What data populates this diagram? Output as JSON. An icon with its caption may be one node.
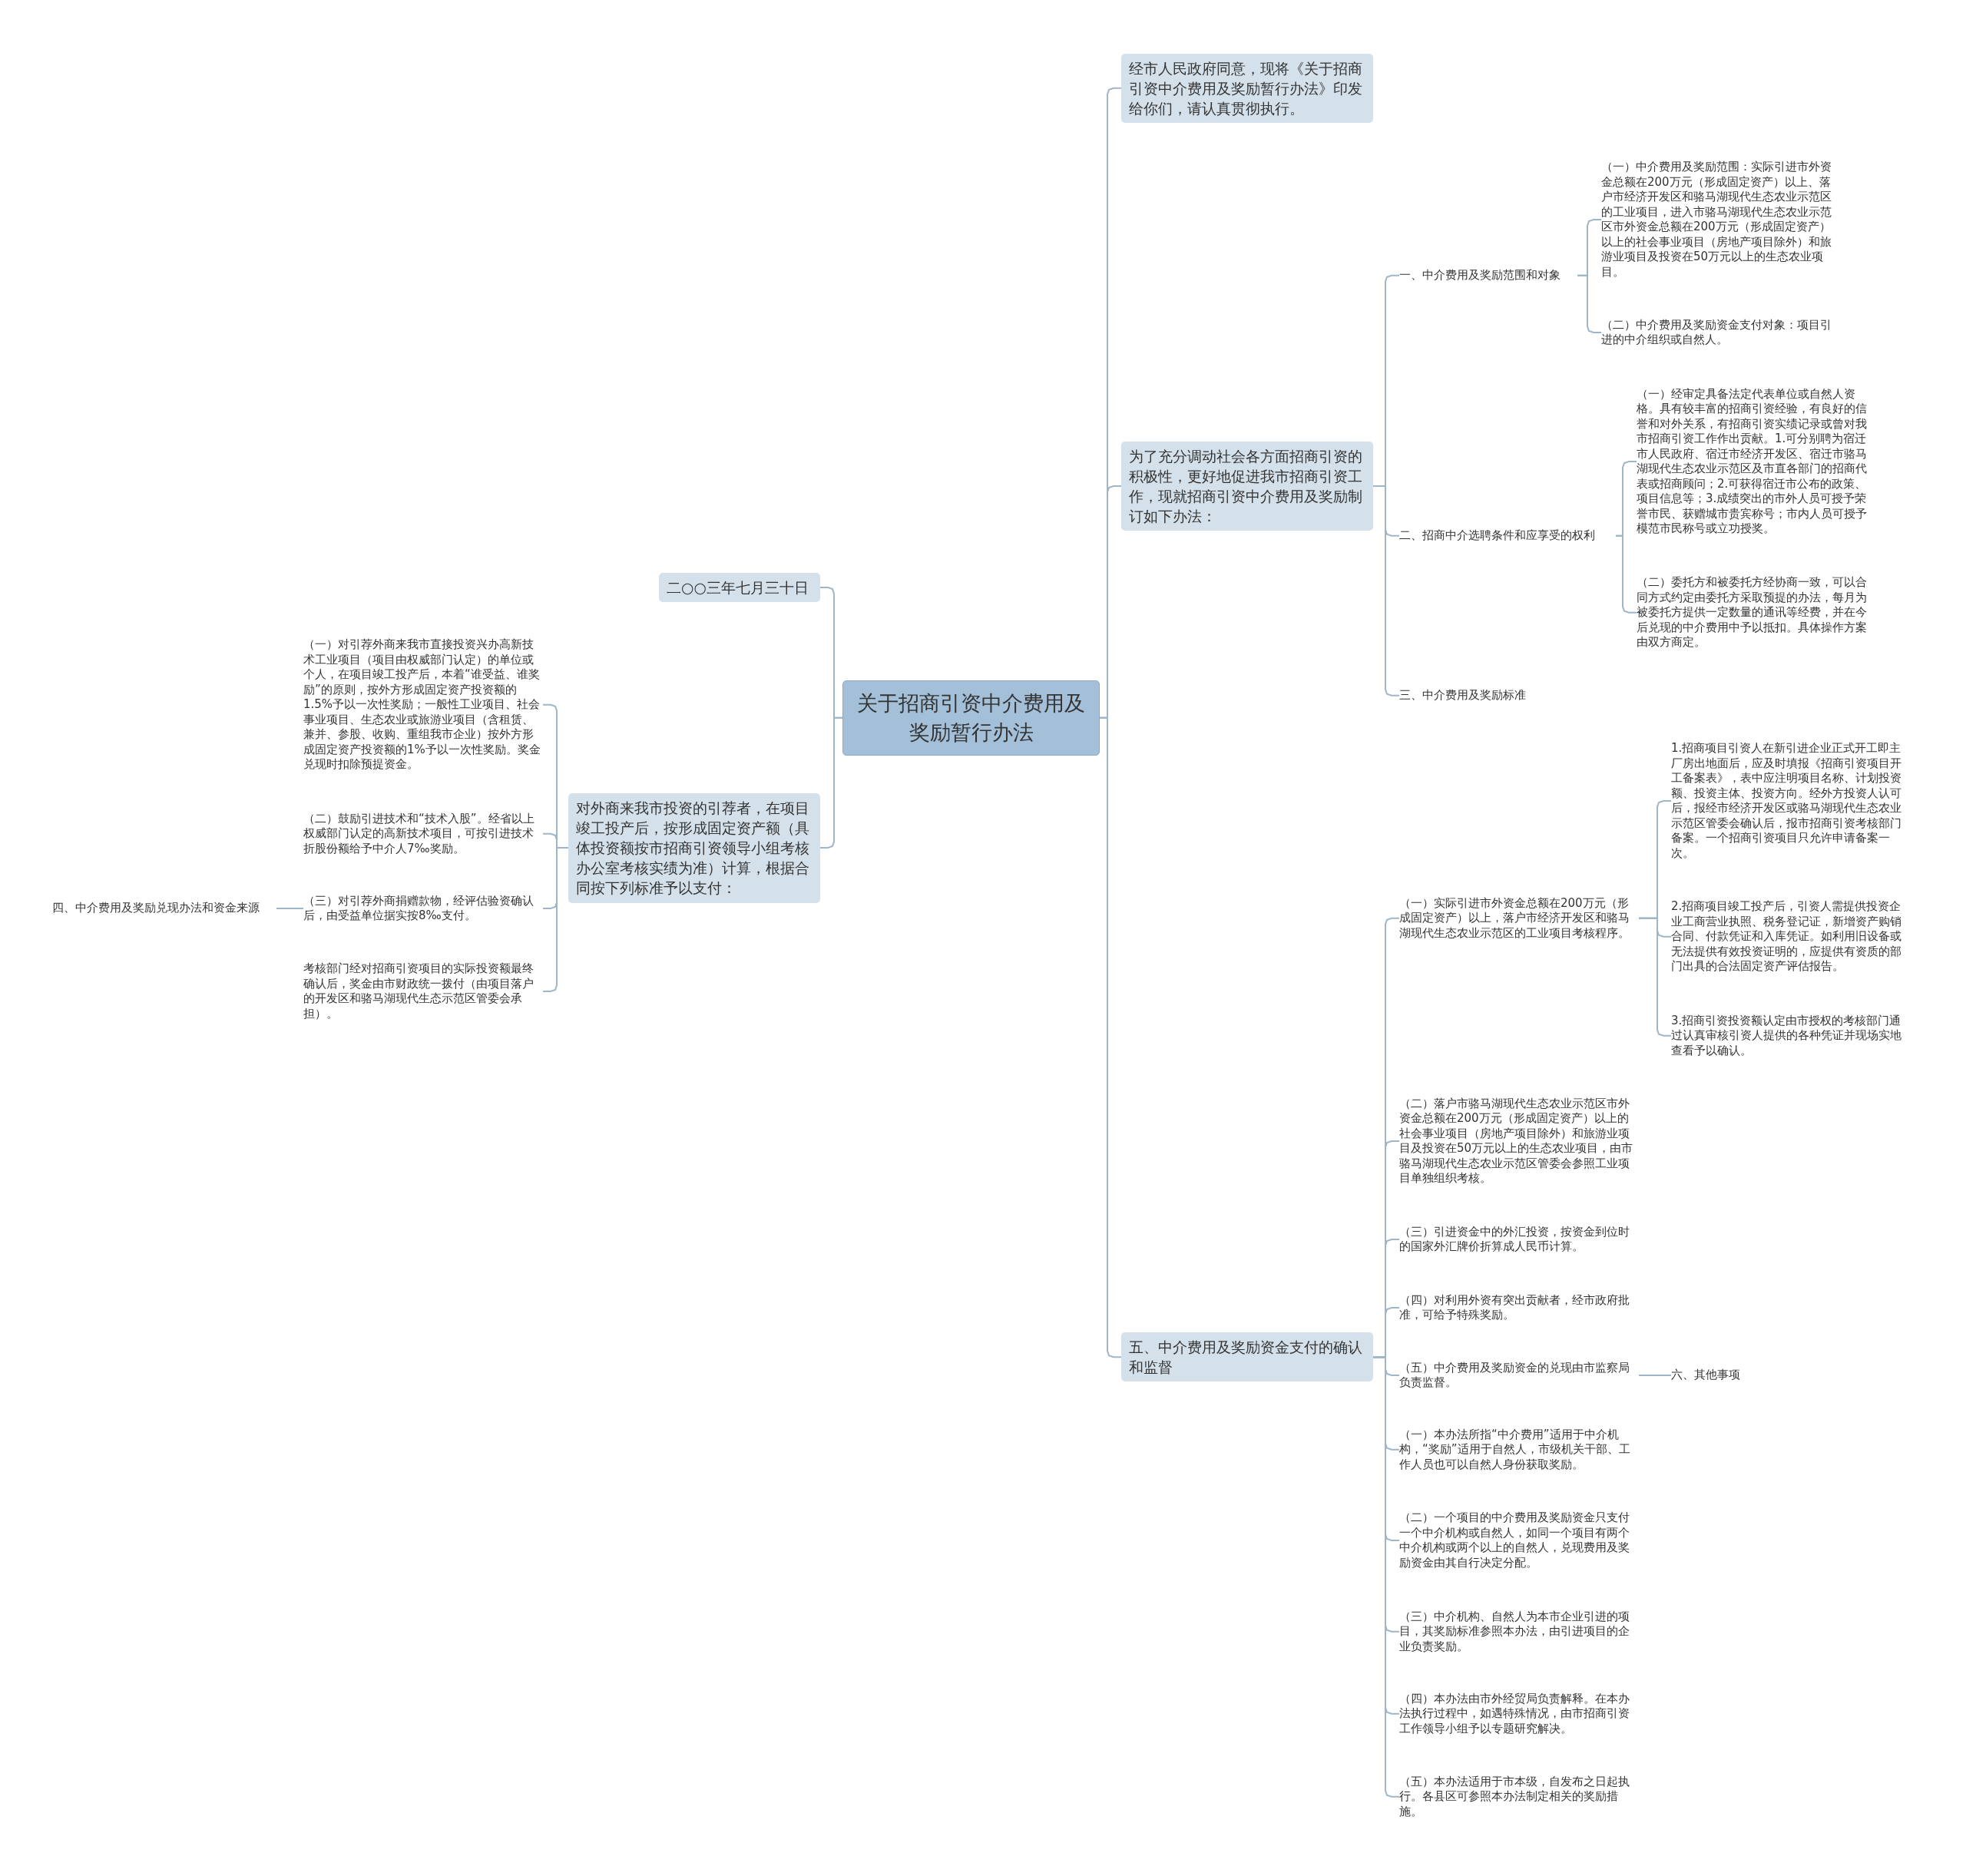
{
  "diagram": {
    "nodes": [
      {
        "text": [
          "关于招商引资中介费用及奖励暂行办法"
        ]
      },
      {
        "text": [
          "经市人民政府同意，现将《关于招商引资中介费用及奖励暂行办法》印发给你们，请认真贯彻执行。"
        ]
      },
      {
        "text": [
          "为了充分调动社会各方面招商引资的积极性，更好地促进我市招商引资工作，现就招商引资中介费用及奖励制订如下办法："
        ]
      },
      {
        "text": [
          "一、中介费用及奖励范围和对象"
        ]
      },
      {
        "text": [
          "（一）中介费用及奖励范围：实际引进市外资金总额在200万元（形成固定资产）以上、落户市经济开发区和骆马湖现代生态农业示范区的工业项目，进入市骆马湖现代生态农业示范区市外资金总额在200万元（形成固定资产）以上的社会事业项目（房地产项目除外）和旅游业项目及投资在50万元以上的生态农业项目。"
        ]
      },
      {
        "text": [
          "（二）中介费用及奖励资金支付对象：项目引进的中介组织或自然人。"
        ]
      },
      {
        "text": [
          "二、招商中介选聘条件和应享受的权利"
        ]
      },
      {
        "text": [
          "（一）经审定具备法定代表单位或自然人资格。具有较丰富的招商引资经验，有良好的信誉和对外关系，有招商引资实绩记录或曾对我市招商引资工作作出贡献。1.可分别聘为宿迁市人民政府、宿迁市经济开发区、宿迁市骆马湖现代生态农业示范区及市直各部门的招商代表或招商顾问；2.可获得宿迁市公布的政策、项目信息等；3.成绩突出的市外人员可授予荣誉市民、获赠城市贵宾称号；市内人员可授予模范市民称号或立功授奖。"
        ]
      },
      {
        "text": [
          "（二）委托方和被委托方经协商一致，可以合同方式约定由委托方采取预提的办法，每月为被委托方提供一定数量的通讯等经费，并在今后兑现的中介费用中予以抵扣。具体操作方案由双方商定。"
        ]
      },
      {
        "text": [
          "三、中介费用及奖励标准"
        ]
      },
      {
        "text": [
          "五、中介费用及奖励资金支付的确认和监督"
        ]
      },
      {
        "text": [
          "二○○三年七月三十日"
        ]
      },
      {
        "text": [
          "对外商来我市投资的引荐者，在项目竣工投产后，按形成固定资产额（具体投资额按市招商引资领导小组考核办公室考核实绩为准）计算，根据合同按下列标准予以支付："
        ]
      },
      {
        "text": [
          "（一）对引荐外商来我市直接投资兴办高新技术工业项目（项目由权威部门认定）的单位或个人，在项目竣工投产后，本着“谁受益、谁奖励”的原则，按外方形成固定资产投资额的1.5%予以一次性奖励；一般性工业项目、社会事业项目、生态农业或旅游业项目（含租赁、兼并、参股、收购、重组我市企业）按外方形成固定资产投资额的1%予以一次性奖励。奖金兑现时扣除预提资金。"
        ]
      },
      {
        "text": [
          "（二）鼓励引进技术和“技术入股”。经省以上权威部门认定的高新技术项目，可按引进技术折股份额给予中介人7‰奖励。"
        ]
      },
      {
        "text": [
          "（三）对引荐外商捐赠款物，经评估验资确认后，由受益单位据实按8‰支付。"
        ]
      },
      {
        "text": [
          "四、中介费用及奖励兑现办法和资金来源"
        ]
      },
      {
        "text": [
          "考核部门经对招商引资项目的实际投资额最终确认后，奖金由市财政统一拨付（由项目落户的开发区和骆马湖现代生态示范区管委会承担）。"
        ]
      },
      {
        "text": [
          "（一）实际引进市外资金总额在200万元（形成固定资产）以上，落户市经济开发区和骆马湖现代生态农业示范区的工业项目考核程序。"
        ]
      },
      {
        "text": [
          "1.招商项目引资人在新引进企业正式开工即主厂房出地面后，应及时填报《招商引资项目开工备案表》，表中应注明项目名称、计划投资额、投资主体、投资方向。经外方投资人认可后，报经市经济开发区或骆马湖现代生态农业示范区管委会确认后，报市招商引资考核部门备案。一个招商引资项目只允许申请备案一次。"
        ]
      },
      {
        "text": [
          "2.招商项目竣工投产后，引资人需提供投资企业工商营业执照、税务登记证，新增资产购销合同、付款凭证和入库凭证。如利用旧设备或无法提供有效投资证明的，应提供有资质的部门出具的合法固定资产评估报告。"
        ]
      },
      {
        "text": [
          "3.招商引资投资额认定由市授权的考核部门通过认真审核引资人提供的各种凭证并现场实地查看予以确认。"
        ]
      },
      {
        "text": [
          "（二）落户市骆马湖现代生态农业示范区市外资金总额在200万元（形成固定资产）以上的社会事业项目（房地产项目除外）和旅游业项目及投资在50万元以上的生态农业项目，由市骆马湖现代生态农业示范区管委会参照工业项目单独组织考核。"
        ]
      },
      {
        "text": [
          "（三）引进资金中的外汇投资，按资金到位时的国家外汇牌价折算成人民币计算。"
        ]
      },
      {
        "text": [
          "（四）对利用外资有突出贡献者，经市政府批准，可给予特殊奖励。"
        ]
      },
      {
        "text": [
          "（五）中介费用及奖励资金的兑现由市监察局负责监督。"
        ]
      },
      {
        "text": [
          "六、其他事项"
        ]
      },
      {
        "text": [
          "（一）本办法所指“中介费用”适用于中介机构，“奖励”适用于自然人，市级机关干部、工作人员也可以自然人身份获取奖励。"
        ]
      },
      {
        "text": [
          "（二）一个项目的中介费用及奖励资金只支付一个中介机构或自然人，如同一个项目有两个中介机构或两个以上的自然人，兑现费用及奖励资金由其自行决定分配。"
        ]
      },
      {
        "text": [
          "（三）中介机构、自然人为本市企业引进的项目，其奖励标准参照本办法，由引进项目的企业负责奖励。"
        ]
      },
      {
        "text": [
          "（四）本办法由市外经贸局负责解释。在本办法执行过程中，如遇特殊情况，由市招商引资工作领导小组予以专题研究解决。"
        ]
      },
      {
        "text": [
          "（五）本办法适用于市本级，自发布之日起执行。各县区可参照本办法制定相关的奖励措施。"
        ]
      }
    ],
    "edges": [
      {
        "from": 0,
        "to": 1,
        "arrow": "none"
      },
      {
        "from": 0,
        "to": 2,
        "arrow": "none"
      },
      {
        "from": 0,
        "to": 10,
        "arrow": "none"
      },
      {
        "from": 0,
        "to": 11,
        "arrow": "none"
      },
      {
        "from": 0,
        "to": 12,
        "arrow": "none"
      },
      {
        "from": 2,
        "to": 3,
        "arrow": "none"
      },
      {
        "from": 2,
        "to": 6,
        "arrow": "none"
      },
      {
        "from": 2,
        "to": 9,
        "arrow": "none"
      },
      {
        "from": 3,
        "to": 4,
        "arrow": "none"
      },
      {
        "from": 3,
        "to": 5,
        "arrow": "none"
      },
      {
        "from": 6,
        "to": 7,
        "arrow": "none"
      },
      {
        "from": 6,
        "to": 8,
        "arrow": "none"
      },
      {
        "from": 12,
        "to": 13,
        "arrow": "none"
      },
      {
        "from": 12,
        "to": 14,
        "arrow": "none"
      },
      {
        "from": 12,
        "to": 15,
        "arrow": "none"
      },
      {
        "from": 12,
        "to": 17,
        "arrow": "none"
      },
      {
        "from": 15,
        "to": 16,
        "arrow": "none"
      },
      {
        "from": 10,
        "to": 18,
        "arrow": "none"
      },
      {
        "from": 10,
        "to": 22,
        "arrow": "none"
      },
      {
        "from": 10,
        "to": 23,
        "arrow": "none"
      },
      {
        "from": 10,
        "to": 24,
        "arrow": "none"
      },
      {
        "from": 10,
        "to": 25,
        "arrow": "none"
      },
      {
        "from": 10,
        "to": 27,
        "arrow": "none"
      },
      {
        "from": 10,
        "to": 28,
        "arrow": "none"
      },
      {
        "from": 10,
        "to": 29,
        "arrow": "none"
      },
      {
        "from": 10,
        "to": 30,
        "arrow": "none"
      },
      {
        "from": 10,
        "to": 31,
        "arrow": "none"
      },
      {
        "from": 18,
        "to": 19,
        "arrow": "none"
      },
      {
        "from": 18,
        "to": 20,
        "arrow": "none"
      },
      {
        "from": 18,
        "to": 21,
        "arrow": "none"
      },
      {
        "from": 25,
        "to": 26,
        "arrow": "none"
      }
    ]
  }
}
